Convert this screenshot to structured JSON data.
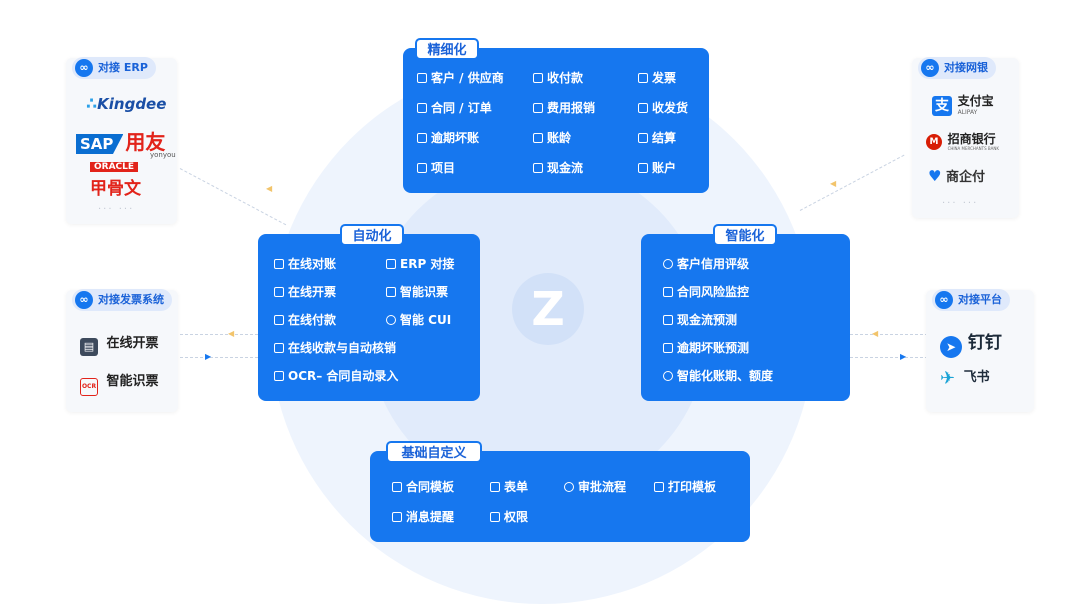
{
  "center_logo": "Z",
  "refined": {
    "title": "精细化",
    "items": [
      {
        "icon": "user-icon",
        "label": "客户 / 供应商"
      },
      {
        "icon": "monitor-icon",
        "label": "收付款"
      },
      {
        "icon": "receipt-icon",
        "label": "发票"
      },
      {
        "icon": "contract-icon",
        "label": "合同 / 订单"
      },
      {
        "icon": "expense-icon",
        "label": "费用报销"
      },
      {
        "icon": "delivery-icon",
        "label": "收发货"
      },
      {
        "icon": "bad-debt-icon",
        "label": "逾期坏账"
      },
      {
        "icon": "aging-icon",
        "label": "账龄"
      },
      {
        "icon": "calculator-icon",
        "label": "结算"
      },
      {
        "icon": "project-icon",
        "label": "项目"
      },
      {
        "icon": "cashflow-icon",
        "label": "现金流"
      },
      {
        "icon": "account-icon",
        "label": "账户"
      }
    ]
  },
  "automation": {
    "title": "自动化",
    "items": [
      {
        "icon": "online-reconcile-icon",
        "label": "在线对账"
      },
      {
        "icon": "erp-icon",
        "label": "ERP 对接"
      },
      {
        "icon": "invoice-icon",
        "label": "在线开票"
      },
      {
        "icon": "scan-icon",
        "label": "智能识票"
      },
      {
        "icon": "payment-icon",
        "label": "在线付款"
      },
      {
        "icon": "cui-icon",
        "label": "智能 CUI"
      },
      {
        "icon": "receive-icon",
        "label": "在线收款与自动核销"
      },
      {
        "icon": "ocr-icon",
        "label": "OCR– 合同自动录入"
      }
    ]
  },
  "intelligence": {
    "title": "智能化",
    "items": [
      {
        "icon": "credit-icon",
        "label": "客户信用评级"
      },
      {
        "icon": "risk-monitor-icon",
        "label": "合同风险监控"
      },
      {
        "icon": "forecast-icon",
        "label": "现金流预测"
      },
      {
        "icon": "bad-debt-forecast-icon",
        "label": "逾期坏账预测"
      },
      {
        "icon": "quota-icon",
        "label": "智能化账期、额度"
      }
    ]
  },
  "custom": {
    "title": "基础自定义",
    "items": [
      {
        "icon": "contract-template-icon",
        "label": "合同模板"
      },
      {
        "icon": "form-icon",
        "label": "表单"
      },
      {
        "icon": "approval-icon",
        "label": "审批流程"
      },
      {
        "icon": "printer-icon",
        "label": "打印模板"
      },
      {
        "icon": "message-icon",
        "label": "消息提醒"
      },
      {
        "icon": "permission-icon",
        "label": "权限"
      }
    ]
  },
  "erp": {
    "tag": "对接 ERP",
    "brands": {
      "kingdee": "Kingdee",
      "sap": "SAP",
      "yonyou": "用友",
      "yonyou_sub": "yonyou",
      "oracle": "ORACLE",
      "oracle_cn": "甲骨文"
    },
    "more": "··· ···"
  },
  "bank": {
    "tag": "对接网银",
    "brands": {
      "alipay": "支付宝",
      "alipay_sub": "ALIPAY",
      "cmb": "招商银行",
      "cmb_sub": "CHINA MERCHANTS BANK",
      "qiyefu": "商企付"
    },
    "more": "··· ···"
  },
  "invoice_sys": {
    "tag": "对接发票系统",
    "items": [
      {
        "icon": "invoice-icon",
        "label": "在线开票"
      },
      {
        "icon": "ocr-icon",
        "label": "智能识票",
        "badge": "OCR"
      }
    ]
  },
  "platform": {
    "tag": "对接平台",
    "items": [
      {
        "icon": "dingtalk-icon",
        "label": "钉钉"
      },
      {
        "icon": "feishu-icon",
        "label": "飞书"
      }
    ]
  },
  "colors": {
    "primary": "#1677ef",
    "panel_title": "#1a62d8",
    "circle_outer": "#eef4fd",
    "circle_inner": "#e1ebfb"
  }
}
